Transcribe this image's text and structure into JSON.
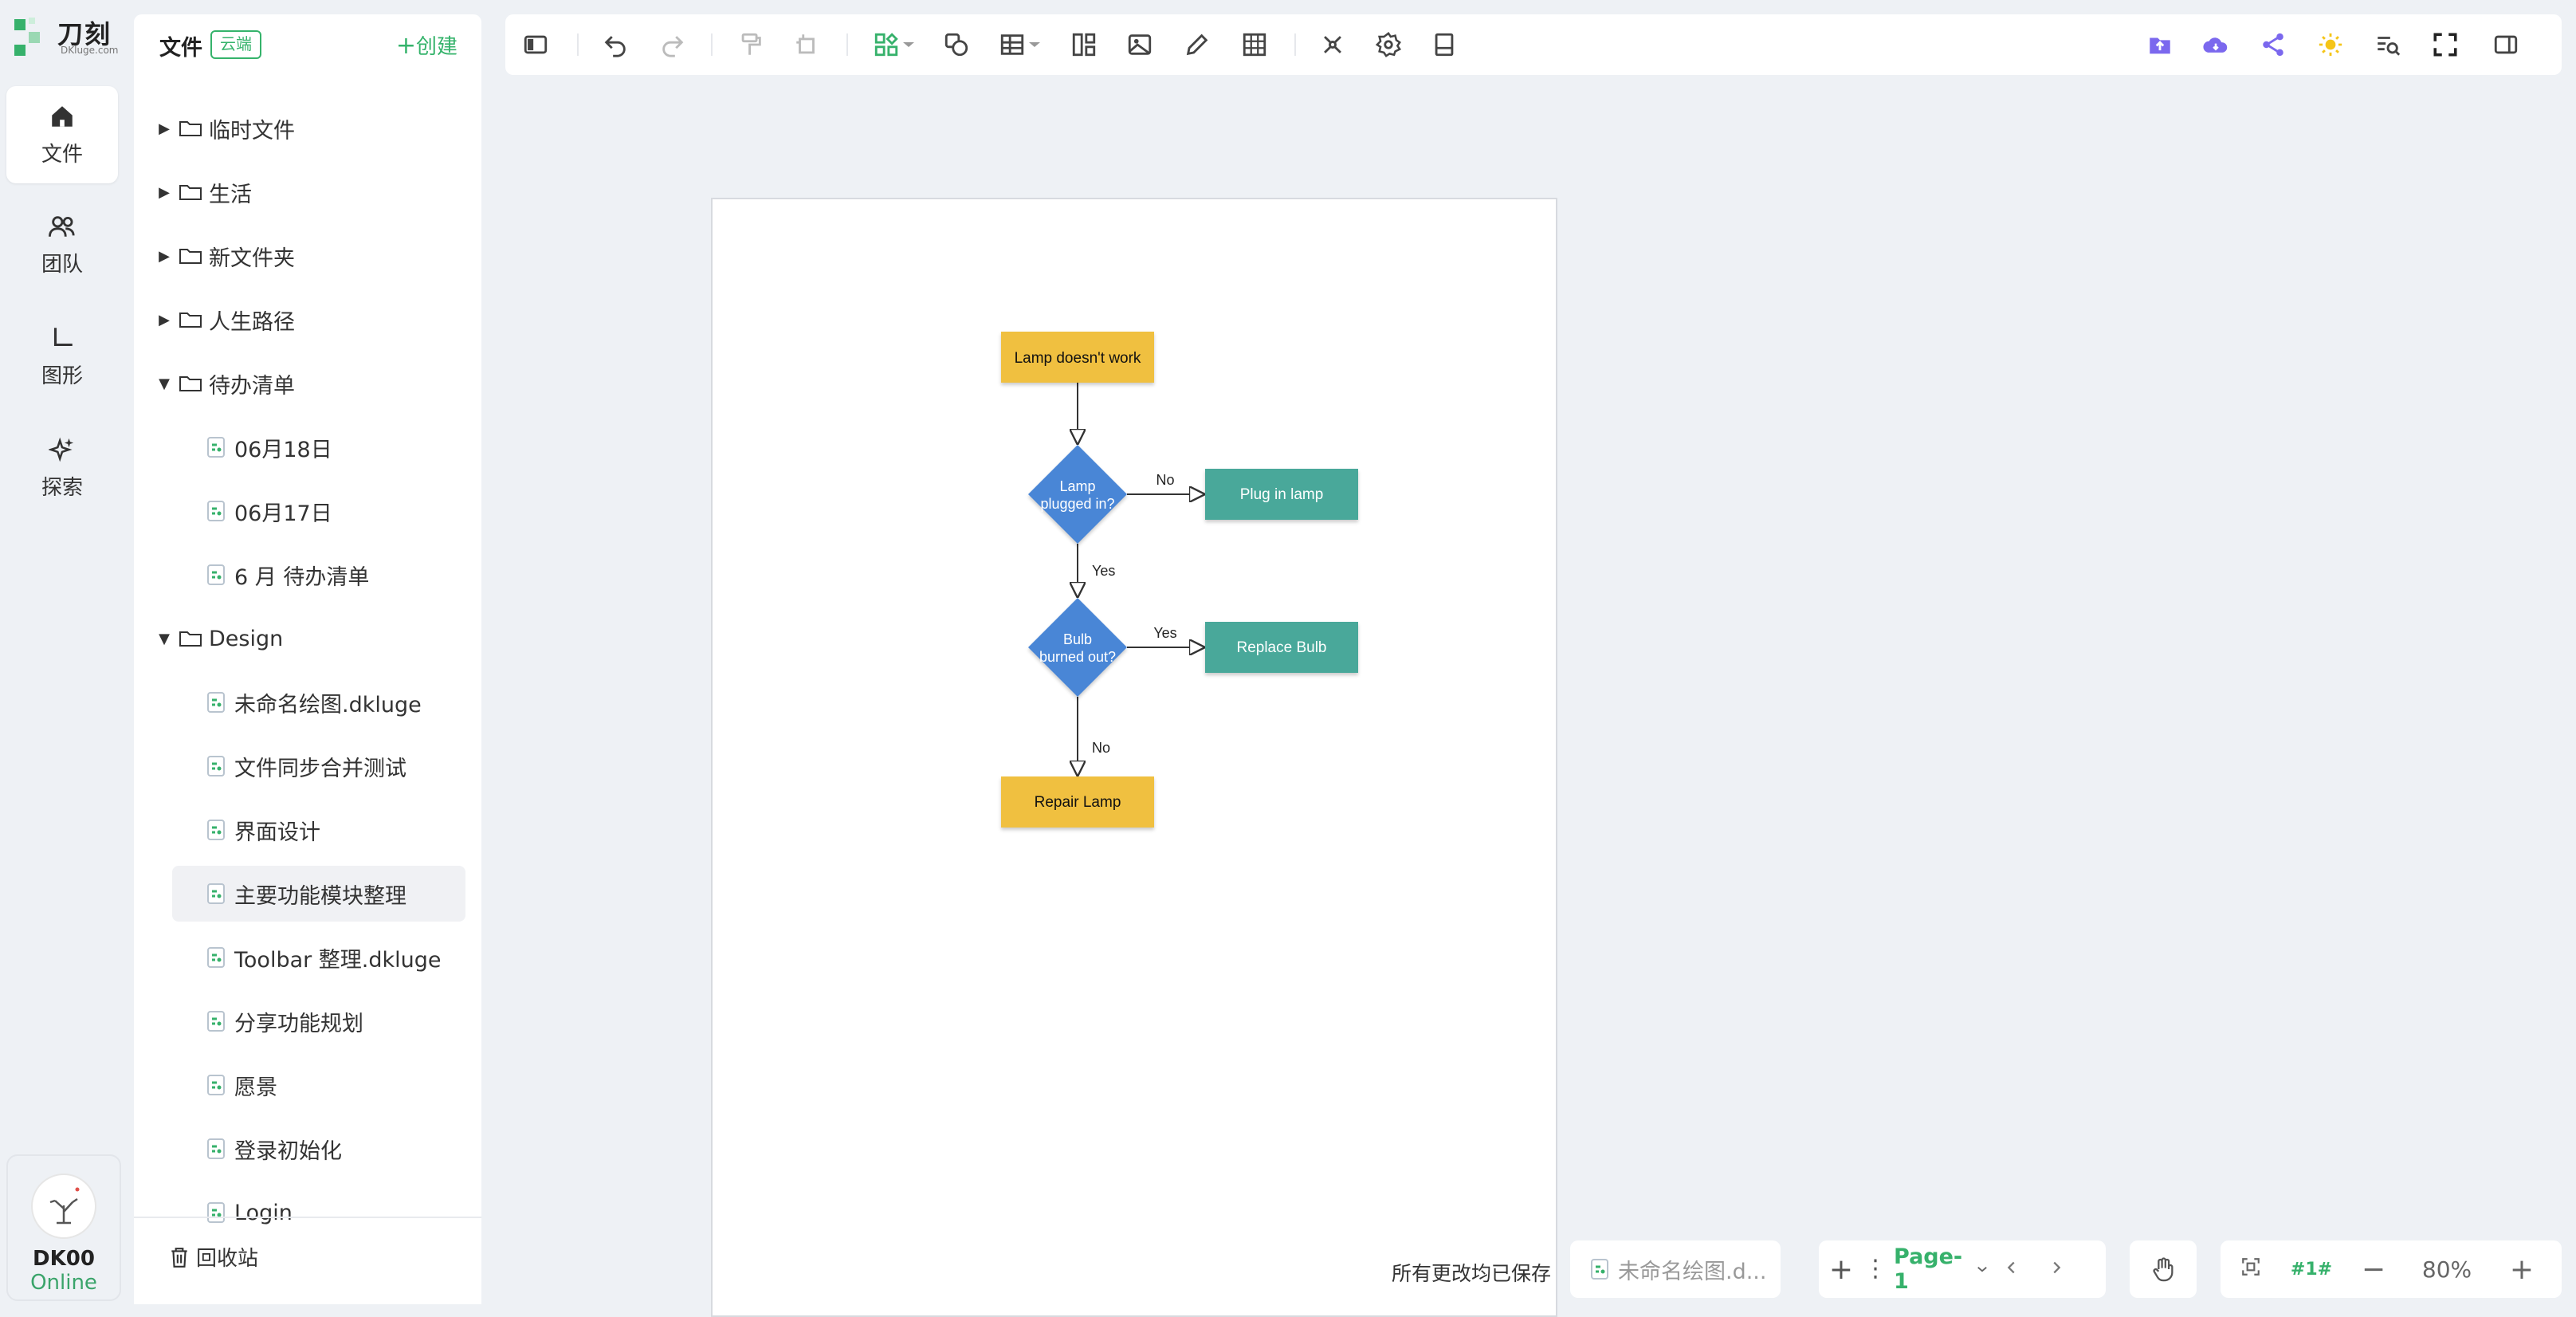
{
  "app": {
    "logo_text": "刀刻",
    "logo_sub": "DKluge.com"
  },
  "rail": {
    "items": [
      {
        "label": "文件",
        "icon": "home-icon",
        "active": true
      },
      {
        "label": "团队",
        "icon": "users-icon",
        "active": false
      },
      {
        "label": "图形",
        "icon": "shapes-icon",
        "active": false
      },
      {
        "label": "探索",
        "icon": "sparkle-icon",
        "active": false
      }
    ],
    "user": {
      "name": "DK00",
      "status": "Online"
    }
  },
  "files": {
    "title": "文件",
    "badge": "云端",
    "create_label": "创建",
    "tree": [
      {
        "label": "临时文件",
        "type": "folder",
        "expanded": false
      },
      {
        "label": "生活",
        "type": "folder",
        "expanded": false
      },
      {
        "label": "新文件夹",
        "type": "folder",
        "expanded": false
      },
      {
        "label": "人生路径",
        "type": "folder",
        "expanded": false
      },
      {
        "label": "待办清单",
        "type": "folder",
        "expanded": true
      },
      {
        "label": "06月18日",
        "type": "file"
      },
      {
        "label": "06月17日",
        "type": "file"
      },
      {
        "label": "6 月 待办清单",
        "type": "file"
      },
      {
        "label": "Design",
        "type": "folder",
        "expanded": true
      },
      {
        "label": "未命名绘图.dkluge",
        "type": "file"
      },
      {
        "label": "文件同步合并测试",
        "type": "file"
      },
      {
        "label": "界面设计",
        "type": "file"
      },
      {
        "label": "主要功能模块整理",
        "type": "file",
        "selected": true
      },
      {
        "label": "Toolbar 整理.dkluge",
        "type": "file"
      },
      {
        "label": "分享功能规划",
        "type": "file"
      },
      {
        "label": "愿景",
        "type": "file"
      },
      {
        "label": "登录初始化",
        "type": "file"
      },
      {
        "label": "Login",
        "type": "file"
      }
    ],
    "trash_label": "回收站"
  },
  "toolbar": {
    "left_icons": [
      "sidebar-toggle-icon",
      "undo-icon",
      "redo-icon",
      "format-painter-icon",
      "crop-icon",
      "insert-shape-icon",
      "shapes-icon",
      "table-icon",
      "layout-icon",
      "image-icon",
      "pen-icon",
      "grid-icon",
      "connector-icon",
      "settings-icon",
      "book-icon"
    ],
    "right_icons": [
      "upload-icon",
      "cloud-sync-icon",
      "share-icon",
      "theme-sun-icon",
      "search-replace-icon",
      "fullscreen-icon",
      "panel-right-icon"
    ],
    "colors": {
      "accent": "#36b16b",
      "purple": "#7b68ee",
      "sun": "#f5c518"
    }
  },
  "diagram": {
    "nodes": [
      {
        "id": "n1",
        "label": "Lamp doesn't work",
        "shape": "rect",
        "color": "#f0c040"
      },
      {
        "id": "n2",
        "label_lines": [
          "Lamp",
          "plugged in?"
        ],
        "shape": "diamond",
        "color": "#4a86d6"
      },
      {
        "id": "n3",
        "label": "Plug in lamp",
        "shape": "rect",
        "color": "#4aa89a"
      },
      {
        "id": "n4",
        "label_lines": [
          "Bulb",
          "burned out?"
        ],
        "shape": "diamond",
        "color": "#4a86d6"
      },
      {
        "id": "n5",
        "label": "Replace Bulb",
        "shape": "rect",
        "color": "#4aa89a"
      },
      {
        "id": "n6",
        "label": "Repair Lamp",
        "shape": "rect",
        "color": "#f0c040"
      }
    ],
    "edges": [
      {
        "from": "n1",
        "to": "n2",
        "label": ""
      },
      {
        "from": "n2",
        "to": "n3",
        "label": "No"
      },
      {
        "from": "n2",
        "to": "n4",
        "label": "Yes"
      },
      {
        "from": "n4",
        "to": "n5",
        "label": "Yes"
      },
      {
        "from": "n4",
        "to": "n6",
        "label": "No"
      }
    ]
  },
  "bottom": {
    "saved_text": "所有更改均已保存",
    "current_file": "未命名绘图.d...",
    "page_label": "Page-1",
    "page_index": "#1#",
    "zoom": "80%"
  }
}
